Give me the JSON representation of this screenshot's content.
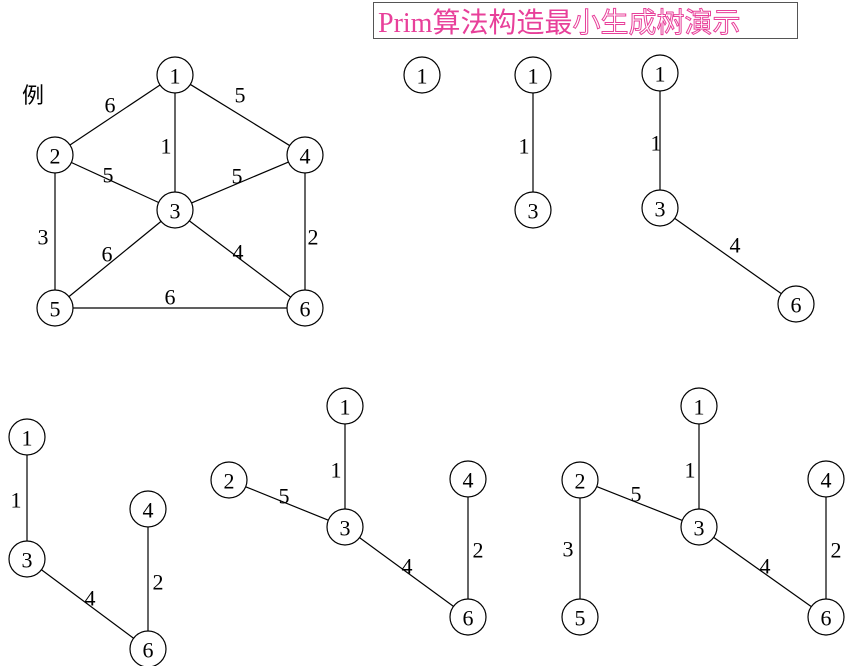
{
  "title": {
    "main": "Prim算法构造最",
    "fade": "小生成树演示"
  },
  "colors": {
    "title": "#e8409a",
    "stroke": "#000000",
    "title_fade_stroke": "#e8409a"
  },
  "example_label": "例",
  "graphs": [
    {
      "id": "original",
      "nodes": [
        "1",
        "2",
        "3",
        "4",
        "5",
        "6"
      ],
      "edges": [
        {
          "a": "1",
          "b": "2",
          "w": "6"
        },
        {
          "a": "1",
          "b": "3",
          "w": "1"
        },
        {
          "a": "1",
          "b": "4",
          "w": "5"
        },
        {
          "a": "2",
          "b": "3",
          "w": "5"
        },
        {
          "a": "3",
          "b": "4",
          "w": "5"
        },
        {
          "a": "2",
          "b": "5",
          "w": "3"
        },
        {
          "a": "3",
          "b": "5",
          "w": "6"
        },
        {
          "a": "3",
          "b": "6",
          "w": "4"
        },
        {
          "a": "4",
          "b": "6",
          "w": "2"
        },
        {
          "a": "5",
          "b": "6",
          "w": "6"
        }
      ]
    },
    {
      "id": "step1",
      "nodes": [
        "1"
      ],
      "edges": []
    },
    {
      "id": "step2",
      "nodes": [
        "1",
        "3"
      ],
      "edges": [
        {
          "a": "1",
          "b": "3",
          "w": "1"
        }
      ]
    },
    {
      "id": "step3",
      "nodes": [
        "1",
        "3",
        "6"
      ],
      "edges": [
        {
          "a": "1",
          "b": "3",
          "w": "1"
        },
        {
          "a": "3",
          "b": "6",
          "w": "4"
        }
      ]
    },
    {
      "id": "step4",
      "nodes": [
        "1",
        "3",
        "4",
        "6"
      ],
      "edges": [
        {
          "a": "1",
          "b": "3",
          "w": "1"
        },
        {
          "a": "3",
          "b": "6",
          "w": "4"
        },
        {
          "a": "4",
          "b": "6",
          "w": "2"
        }
      ]
    },
    {
      "id": "step5",
      "nodes": [
        "1",
        "2",
        "3",
        "4",
        "6"
      ],
      "edges": [
        {
          "a": "1",
          "b": "3",
          "w": "1"
        },
        {
          "a": "2",
          "b": "3",
          "w": "5"
        },
        {
          "a": "3",
          "b": "6",
          "w": "4"
        },
        {
          "a": "4",
          "b": "6",
          "w": "2"
        }
      ]
    },
    {
      "id": "step6",
      "nodes": [
        "1",
        "2",
        "3",
        "4",
        "5",
        "6"
      ],
      "edges": [
        {
          "a": "1",
          "b": "3",
          "w": "1"
        },
        {
          "a": "2",
          "b": "3",
          "w": "5"
        },
        {
          "a": "3",
          "b": "6",
          "w": "4"
        },
        {
          "a": "4",
          "b": "6",
          "w": "2"
        },
        {
          "a": "2",
          "b": "5",
          "w": "3"
        }
      ]
    }
  ]
}
